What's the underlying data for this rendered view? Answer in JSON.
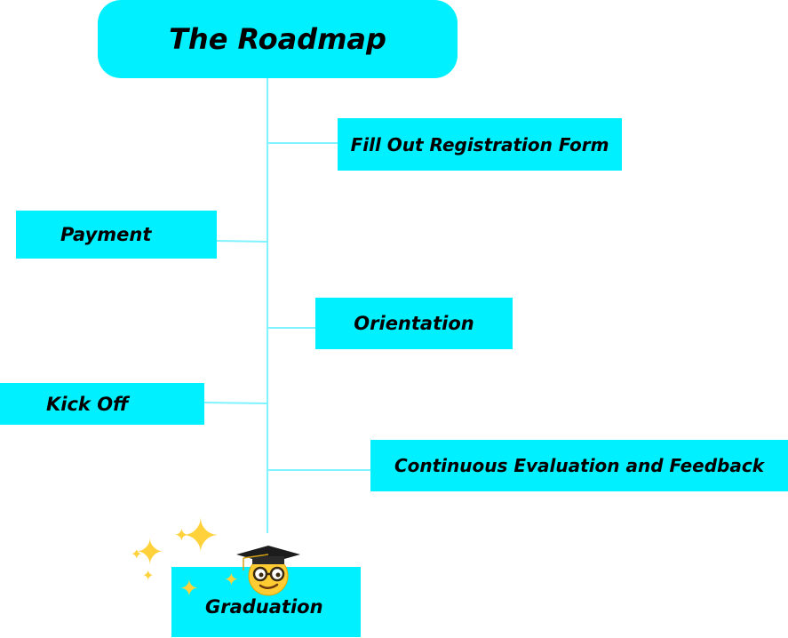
{
  "title": "The Roadmap",
  "steps": {
    "fill_out_registration": "Fill Out Registration Form",
    "payment": "Payment",
    "orientation": "Orientation",
    "kick_off": "Kick Off",
    "continuous_evaluation": "Continuous Evaluation and Feedback",
    "graduation": "Graduation"
  },
  "colors": {
    "node_fill": "#00f0ff",
    "connector": "#7ff3ff",
    "text": "#000000",
    "sparkle": "#ffd23c"
  },
  "decorations": {
    "sparkles_icon": "sparkles-icon",
    "graduate_icon": "nerd-face-graduation-cap-icon"
  }
}
